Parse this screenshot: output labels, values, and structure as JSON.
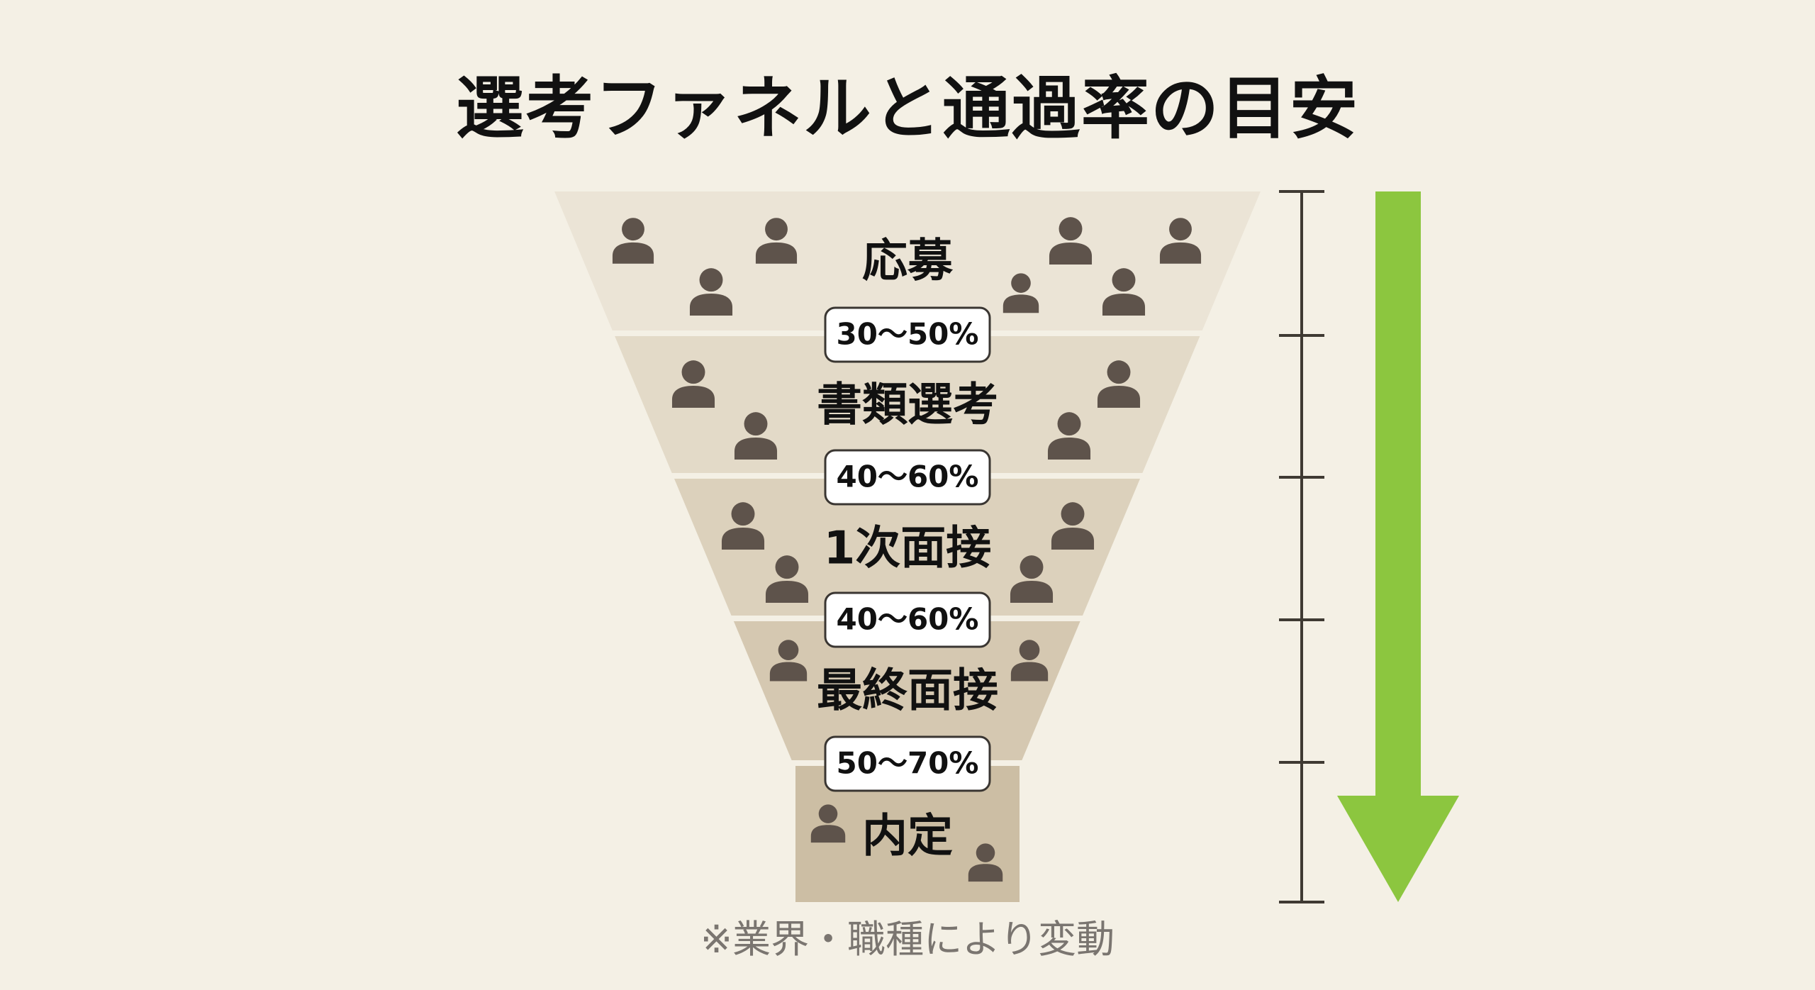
{
  "title": "選考ファネルと通過率の目安",
  "stages": [
    {
      "label": "応募"
    },
    {
      "label": "書類選考"
    },
    {
      "label": "1次面接"
    },
    {
      "label": "最終面接"
    },
    {
      "label": "内定"
    }
  ],
  "rates": [
    "30〜50%",
    "40〜60%",
    "40〜60%",
    "50〜70%"
  ],
  "note": "※業界・職種により変動",
  "icons": {
    "person": "person-icon"
  },
  "colors": {
    "background": "#f4f0e5",
    "stage_fills": [
      "#ebe4d6",
      "#e3dac8",
      "#dcd1bc",
      "#d5c8b1",
      "#ccbea4"
    ],
    "person": "#5e534b",
    "scale_line": "#3f3a33",
    "arrow": "#8cc63f"
  }
}
